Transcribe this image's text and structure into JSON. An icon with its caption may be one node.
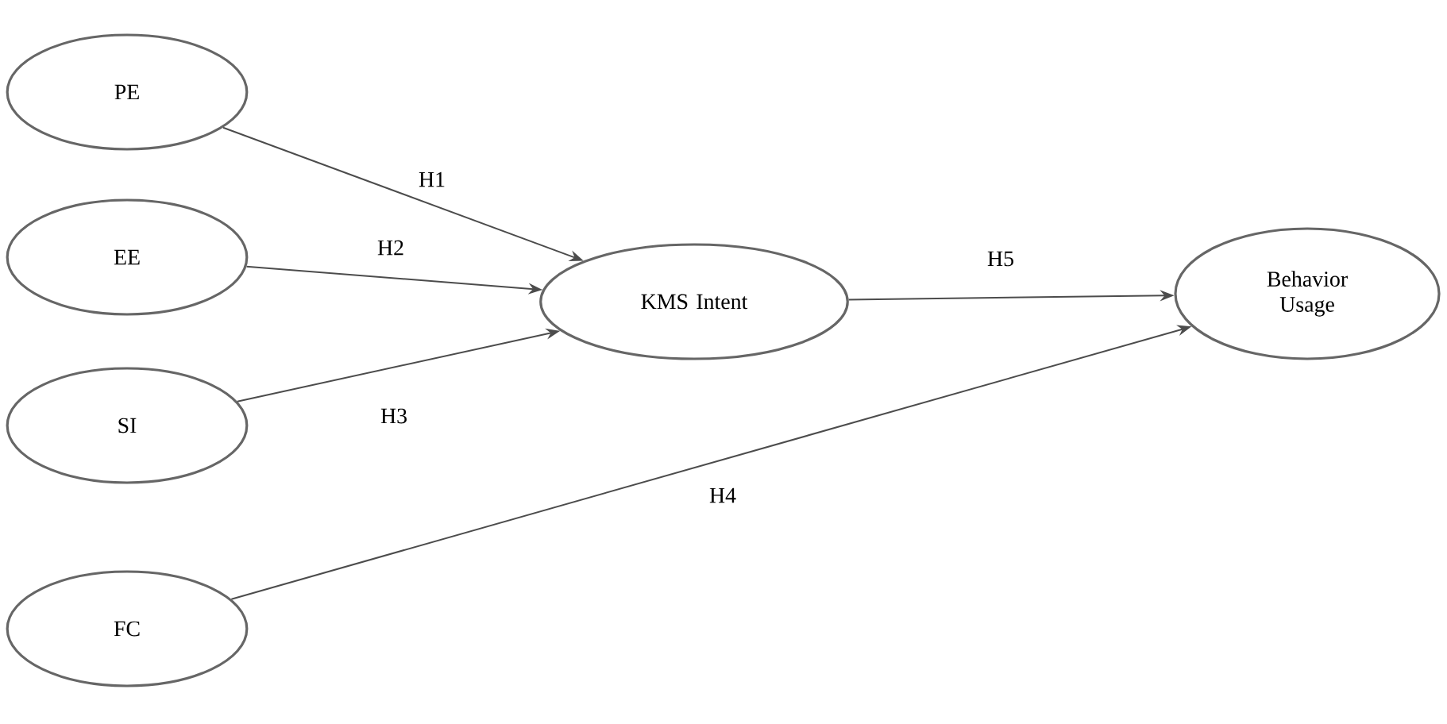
{
  "diagram": {
    "nodes": [
      {
        "text": [
          "PE"
        ]
      },
      {
        "text": [
          "EE"
        ]
      },
      {
        "text": [
          "SI"
        ]
      },
      {
        "text": [
          "FC"
        ]
      },
      {
        "text": [
          "KMS Intent"
        ]
      },
      {
        "text": [
          "Behavior Usage"
        ]
      }
    ],
    "edges": [
      {
        "from": 0,
        "to": 4,
        "arrow": "to",
        "label": "H1"
      },
      {
        "from": 1,
        "to": 4,
        "arrow": "to",
        "label": "H2"
      },
      {
        "from": 2,
        "to": 4,
        "arrow": "to",
        "label": "H3"
      },
      {
        "from": 4,
        "to": 5,
        "arrow": "to",
        "label": "H5"
      },
      {
        "from": 3,
        "to": 5,
        "arrow": "to",
        "label": "H4"
      }
    ]
  }
}
